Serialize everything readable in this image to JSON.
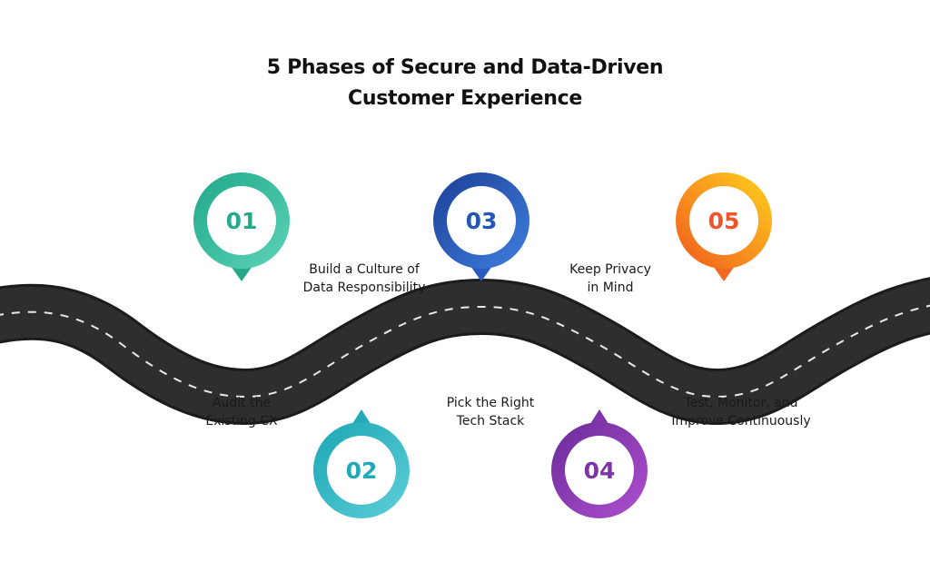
{
  "title": {
    "line1": "5 Phases of Secure and Data-Driven",
    "line2": "Customer Experience"
  },
  "phases": [
    {
      "number": "01",
      "line1": "Audit the",
      "line2": "Existing CX",
      "color_start": "#1fa88a",
      "color_end": "#5ed3b7",
      "text_color": "#27a98c"
    },
    {
      "number": "02",
      "line1": "Build a Culture of",
      "line2": "Data Responsibility",
      "color_start": "#1aa6b4",
      "color_end": "#5fcfd8",
      "text_color": "#22a9b8"
    },
    {
      "number": "03",
      "line1": "Pick the Right",
      "line2": "Tech Stack",
      "color_start": "#1c3f95",
      "color_end": "#3f7fe0",
      "text_color": "#2356b8"
    },
    {
      "number": "04",
      "line1": "Keep Privacy",
      "line2": "in Mind",
      "color_start": "#6a2c9a",
      "color_end": "#b04fcf",
      "text_color": "#7f35aa"
    },
    {
      "number": "05",
      "line1": "Test, Monitor, and",
      "line2": "Improve Continuously",
      "color_start": "#f05a1f",
      "color_end": "#ffd21c",
      "text_color": "#f0542a"
    }
  ]
}
